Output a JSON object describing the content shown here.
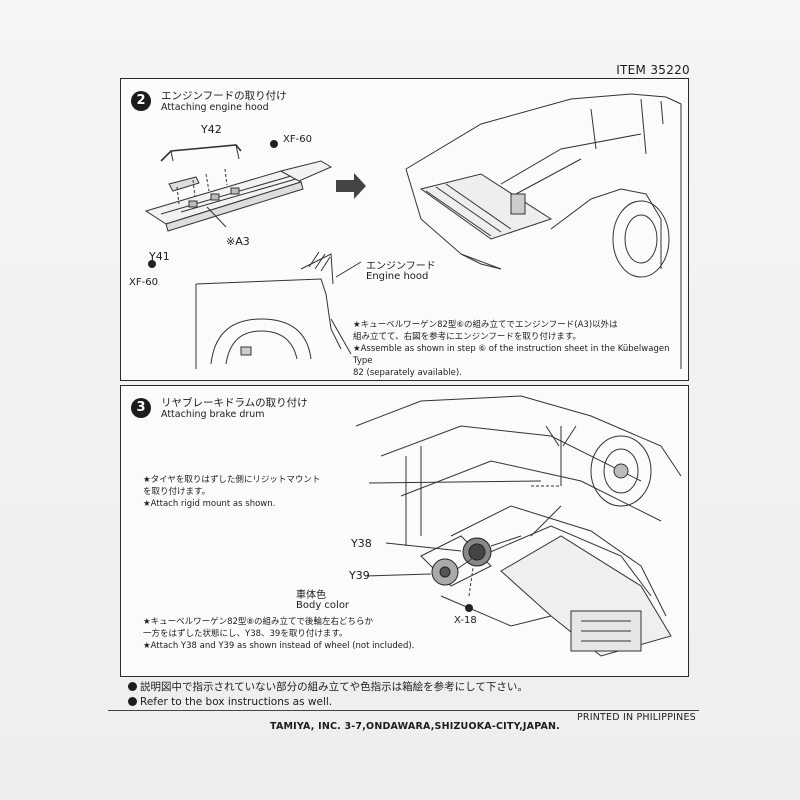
{
  "item_code": "ITEM 35220",
  "step2": {
    "number": "2",
    "title_jp": "エンジンフードの取り付け",
    "title_en": "Attaching engine hood",
    "parts": {
      "y42": "Y42",
      "xf60_top": "XF-60",
      "a3": "※A3",
      "y41": "Y41",
      "xf60_bottom": "XF-60"
    },
    "hood_label_jp": "エンジンフード",
    "hood_label_en": "Engine hood",
    "note_jp_1": "★キューベルワーゲン82型⑥の組み立てでエンジンフード(A3)以外は",
    "note_jp_2": "組み立てて、右図を参考にエンジンフードを取り付けます。",
    "note_en_1": "★Assemble as shown in step ⑥ of the instruction sheet in the Kübelwagen Type",
    "note_en_2": "82 (separately available)."
  },
  "step3": {
    "number": "3",
    "title_jp": "リヤブレーキドラムの取り付け",
    "title_en": "Attaching brake drum",
    "note1_jp_1": "★タイヤを取りはずした側にリジットマウント",
    "note1_jp_2": "を取り付けます。",
    "note1_en": "★Attach rigid mount as shown.",
    "parts": {
      "y38": "Y38",
      "y39": "Y39",
      "x18": "X-18"
    },
    "body_color_jp": "車体色",
    "body_color_en": "Body color",
    "note2_jp_1": "★キューベルワーゲン82型⑧の組み立てで後輪左右どちらか",
    "note2_jp_2": "一方をはずした状態にし、Y38、39を取り付けます。",
    "note2_en": "★Attach Y38 and Y39 as shown instead of wheel (not included)."
  },
  "footer": {
    "note_jp": "説明図中で指示されていない部分の組み立てや色指示は箱絵を参考にして下さい。",
    "note_en": "Refer to the box instructions as well.",
    "company": "TAMIYA, INC.  3-7,ONDAWARA,SHIZUOKA-CITY,JAPAN.",
    "printed": "PRINTED IN PHILIPPINES"
  }
}
